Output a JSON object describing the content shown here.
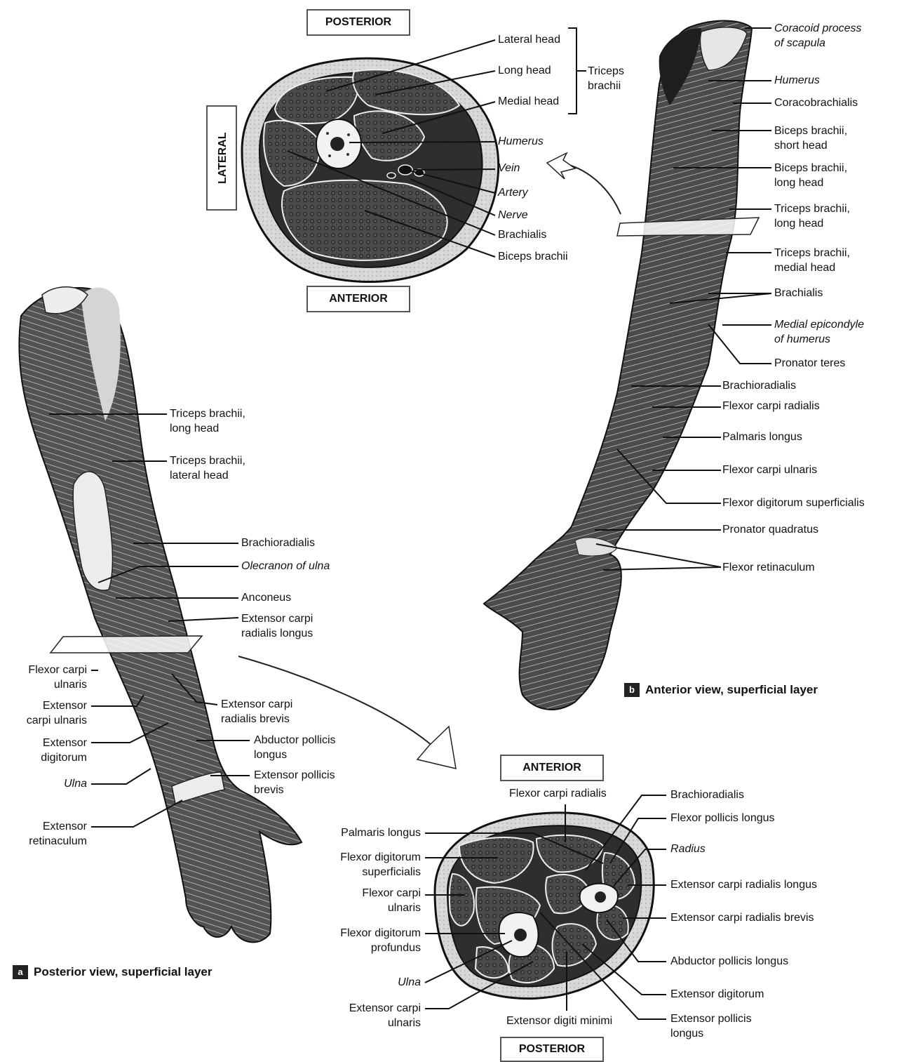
{
  "upper_section": {
    "orientation": {
      "top": "POSTERIOR",
      "bottom": "ANTERIOR",
      "left": "LATERAL"
    },
    "labels": {
      "lateral_head": "Lateral head",
      "long_head": "Long head",
      "medial_head": "Medial head",
      "group_line1": "Triceps",
      "group_line2": "brachii",
      "humerus": "Humerus",
      "vein": "Vein",
      "artery": "Artery",
      "nerve": "Nerve",
      "brachialis": "Brachialis",
      "biceps_brachii": "Biceps brachii"
    }
  },
  "anterior_view": {
    "badge": "b",
    "caption": "Anterior view, superficial layer",
    "labels": {
      "coracoid_1": "Coracoid process",
      "coracoid_2": "of scapula",
      "humerus": "Humerus",
      "coracobrachialis": "Coracobrachialis",
      "biceps_short_1": "Biceps brachii,",
      "biceps_short_2": "short head",
      "biceps_long_1": "Biceps brachii,",
      "biceps_long_2": "long head",
      "triceps_long_1": "Triceps brachii,",
      "triceps_long_2": "long head",
      "triceps_medial_1": "Triceps brachii,",
      "triceps_medial_2": "medial head",
      "brachialis": "Brachialis",
      "medial_epi_1": "Medial epicondyle",
      "medial_epi_2": "of humerus",
      "pronator_teres": "Pronator teres",
      "brachioradialis": "Brachioradialis",
      "fcr": "Flexor carpi radialis",
      "palmaris_longus": "Palmaris longus",
      "fcu": "Flexor carpi ulnaris",
      "fds": "Flexor digitorum superficialis",
      "pronator_quadratus": "Pronator quadratus",
      "flexor_retinaculum": "Flexor retinaculum"
    }
  },
  "posterior_view": {
    "badge": "a",
    "caption": "Posterior view, superficial layer",
    "labels": {
      "triceps_long_1": "Triceps brachii,",
      "triceps_long_2": "long head",
      "triceps_lat_1": "Triceps brachii,",
      "triceps_lat_2": "lateral head",
      "brachioradialis": "Brachioradialis",
      "olecranon": "Olecranon of ulna",
      "anconeus": "Anconeus",
      "ecrl_1": "Extensor carpi",
      "ecrl_2": "radialis longus",
      "fcu_1": "Flexor carpi",
      "fcu_2": "ulnaris",
      "ecu_1": "Extensor",
      "ecu_2": "carpi ulnaris",
      "ed_1": "Extensor",
      "ed_2": "digitorum",
      "ulna": "Ulna",
      "ret_1": "Extensor",
      "ret_2": "retinaculum",
      "ecrb_1": "Extensor carpi",
      "ecrb_2": "radialis brevis",
      "apl_1": "Abductor pollicis",
      "apl_2": "longus",
      "epb_1": "Extensor pollicis",
      "epb_2": "brevis"
    }
  },
  "forearm_section": {
    "orientation": {
      "top": "ANTERIOR",
      "bottom": "POSTERIOR"
    },
    "labels": {
      "fcr": "Flexor carpi radialis",
      "palmaris": "Palmaris longus",
      "fds_1": "Flexor digitorum",
      "fds_2": "superficialis",
      "fcu_1": "Flexor carpi",
      "fcu_2": "ulnaris",
      "fdp_1": "Flexor digitorum",
      "fdp_2": "profundus",
      "ulna": "Ulna",
      "ecu_1": "Extensor carpi",
      "ecu_2": "ulnaris",
      "edm": "Extensor digiti minimi",
      "brachioradialis": "Brachioradialis",
      "fpl": "Flexor pollicis longus",
      "radius": "Radius",
      "ecrl": "Extensor carpi radialis longus",
      "ecrb": "Extensor carpi radialis brevis",
      "apl": "Abductor pollicis longus",
      "ed": "Extensor digitorum",
      "epl_1": "Extensor pollicis",
      "epl_2": "longus"
    }
  },
  "colors": {
    "muscle": "#3a3a3a",
    "bone": "#f2f2f2",
    "line": "#111111"
  }
}
